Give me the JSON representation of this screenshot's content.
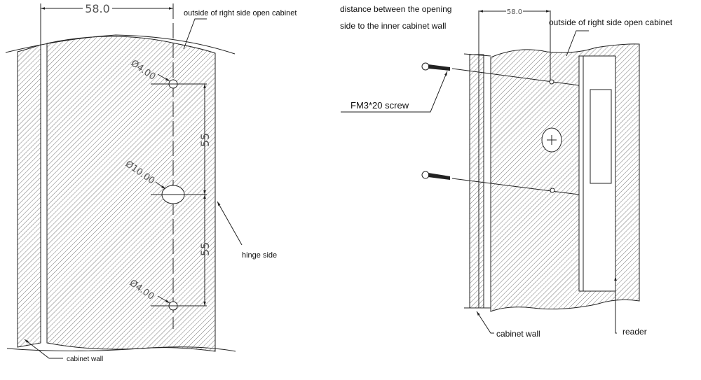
{
  "left_drawing": {
    "width_dim": "58.0",
    "outside_label": "outside of right side open cabinet",
    "hole_top_label": "Ø4.00",
    "hole_mid_label": "Ø10.00",
    "hole_bottom_label": "Ø4.00",
    "spacing_top": "55",
    "spacing_bottom": "55",
    "hinge_label": "hinge side",
    "wall_label": "cabinet wall"
  },
  "right_drawing": {
    "distance_label_line1": "distance between the opening",
    "distance_label_line2": "side to the inner cabinet wall",
    "width_dim": "58.0",
    "outside_label": "outside of right side open cabinet",
    "screw_label": "FM3*20 screw",
    "wall_label": "cabinet wall",
    "reader_label": "reader"
  },
  "colors": {
    "line": "#222222",
    "dim": "#555555"
  }
}
